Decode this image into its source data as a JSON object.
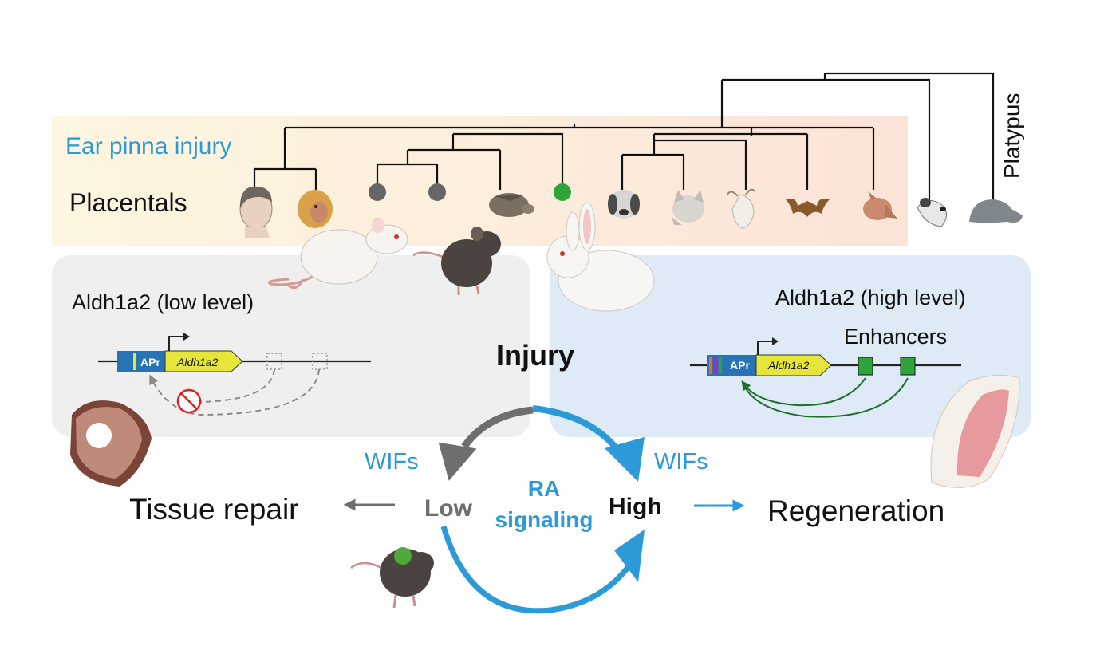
{
  "header": {
    "ear_pinna_injury": "Ear pinna injury",
    "placentals": "Placentals",
    "platypus": "Platypus"
  },
  "left_panel": {
    "title": "Aldh1a2 (low level)",
    "promoter": "APr",
    "gene": "Aldh1a2"
  },
  "right_panel": {
    "title": "Aldh1a2 (high level)",
    "enhancers": "Enhancers",
    "promoter": "APr",
    "gene": "Aldh1a2"
  },
  "center": {
    "injury": "Injury",
    "wifs_left": "WIFs",
    "wifs_right": "WIFs",
    "low": "Low",
    "high": "High",
    "ra_line1": "RA",
    "ra_line2": "signaling"
  },
  "outcomes": {
    "tissue_repair": "Tissue repair",
    "regeneration": "Regeneration"
  },
  "colors": {
    "accent_blue": "#2b9ad6",
    "grey_arrow": "#6e6e6e",
    "enhancer_green": "#2fa43a",
    "gene_yellow": "#e5e53a",
    "promoter_blue": "#2872b6",
    "inhibit_red": "#e02020"
  },
  "icons": [
    "human-icon",
    "monkey-icon",
    "rat-node-icon",
    "mouse-node-icon",
    "spiny-mouse-icon",
    "rabbit-node-icon",
    "dog-icon",
    "cat-icon",
    "goat-icon",
    "bat-icon",
    "armadillo-icon",
    "opossum-icon",
    "platypus-icon",
    "rat-icon",
    "mouse-icon",
    "rabbit-icon",
    "mouse-ear-icon",
    "rabbit-ear-icon",
    "mouse-with-ear-icon"
  ]
}
